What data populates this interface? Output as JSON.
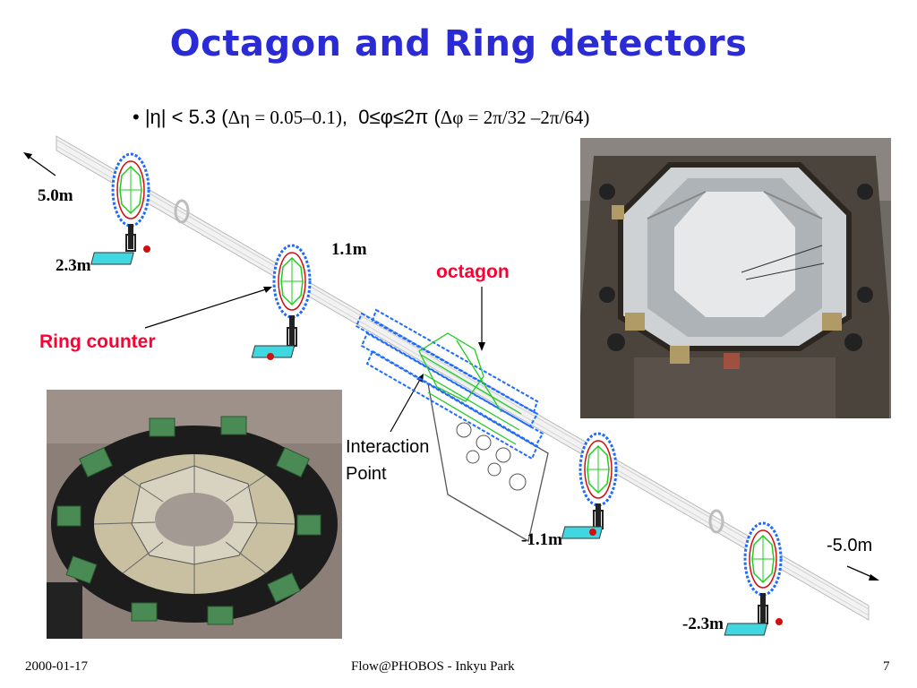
{
  "slide": {
    "title": "Octagon and Ring detectors",
    "bullet": {
      "marker": "•",
      "eta_text": "|η| < 5.3 (",
      "eta_detail": "Δη = 0.05–0.1)",
      "sep": ",  ",
      "phi_text": "0≤φ≤2π (",
      "phi_detail": "Δφ = 2π/32 –2π/64)"
    },
    "labels": {
      "pos_5m": "5.0m",
      "pos_23m": "2.3m",
      "pos_11m": "1.1m",
      "octagon": "octagon",
      "ring_counter": "Ring counter",
      "interaction": "Interaction",
      "point": "Point",
      "neg_11m": "-1.1m",
      "neg_5m": "-5.0m",
      "neg_23m": "-2.3m"
    },
    "footer": {
      "date": "2000-01-17",
      "center": "Flow@PHOBOS - Inkyu Park",
      "page": "7"
    },
    "colors": {
      "title": "#2b2bd6",
      "highlight": "#ff0033",
      "detector_blue": "#1e6bff",
      "detector_green": "#22cc22",
      "stand_cyan": "#40d8e0"
    }
  }
}
